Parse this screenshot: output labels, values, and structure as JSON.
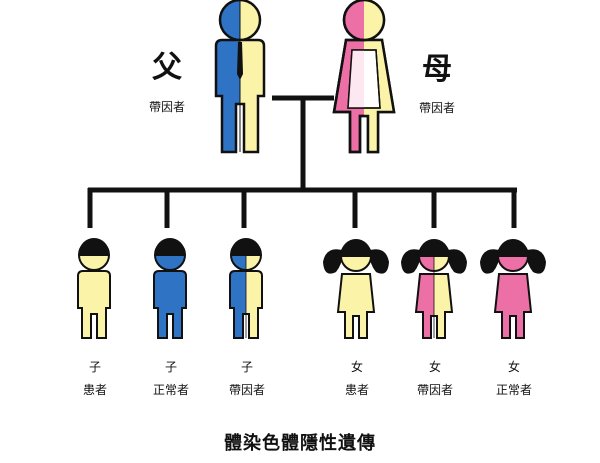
{
  "parents": {
    "father": {
      "title": "父",
      "status": "帶因者"
    },
    "mother": {
      "title": "母",
      "status": "帶因者"
    }
  },
  "children": [
    {
      "gender": "子",
      "status": "患者"
    },
    {
      "gender": "子",
      "status": "正常者"
    },
    {
      "gender": "子",
      "status": "帶因者"
    },
    {
      "gender": "女",
      "status": "患者"
    },
    {
      "gender": "女",
      "status": "帶因者"
    },
    {
      "gender": "女",
      "status": "正常者"
    }
  ],
  "caption": "體染色體隱性遺傳",
  "colors": {
    "affected": "#fbf3a7",
    "normal_male": "#2f73c4",
    "normal_female": "#ec6fa6",
    "outline": "#111111"
  }
}
